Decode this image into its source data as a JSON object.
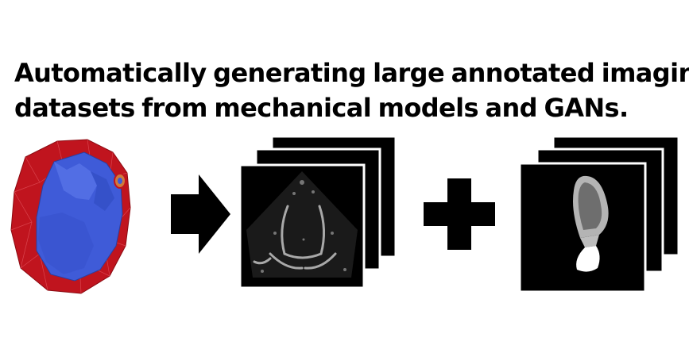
{
  "title": {
    "line1": [
      {
        "text": "Automatically",
        "bold": true
      },
      {
        "text": " generating ",
        "bold": false
      },
      {
        "text": "large annotated",
        "bold": true
      },
      {
        "text": " imaging",
        "bold": false
      }
    ],
    "line2": "datasets from mechanical models and GANs."
  },
  "colors": {
    "background": "#ffffff",
    "text": "#000000",
    "heart_outer": "#c0141e",
    "heart_inner": "#3f5bd8",
    "frame": "#000000",
    "echo_tissue": "#d8d8d8",
    "mask_myocardium": "#b4b4b4",
    "mask_cavity": "#6e6e6e",
    "mask_atrium": "#ffffff"
  },
  "icons": {
    "heart": "heart-mechanical-model-icon",
    "arrow": "arrow-right-icon",
    "plus": "plus-icon",
    "echo": "echocardiogram-image-stack",
    "mask": "segmentation-mask-stack"
  }
}
